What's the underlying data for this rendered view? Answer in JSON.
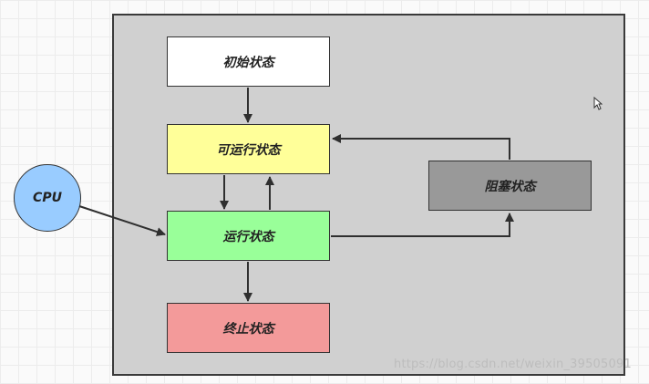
{
  "states": {
    "initial": {
      "label": "初始状态",
      "color": "#ffffff"
    },
    "runnable": {
      "label": "可运行状态",
      "color": "#ffff99"
    },
    "running": {
      "label": "运行状态",
      "color": "#99ff99"
    },
    "blocked": {
      "label": "阻塞状态",
      "color": "#999999"
    },
    "terminated": {
      "label": "终止状态",
      "color": "#f39a9a"
    }
  },
  "cpu": {
    "label": "CPU",
    "color": "#99ccff"
  },
  "panel_color": "#d0d0d0",
  "watermark": "https://blog.csdn.net/weixin_39505091"
}
